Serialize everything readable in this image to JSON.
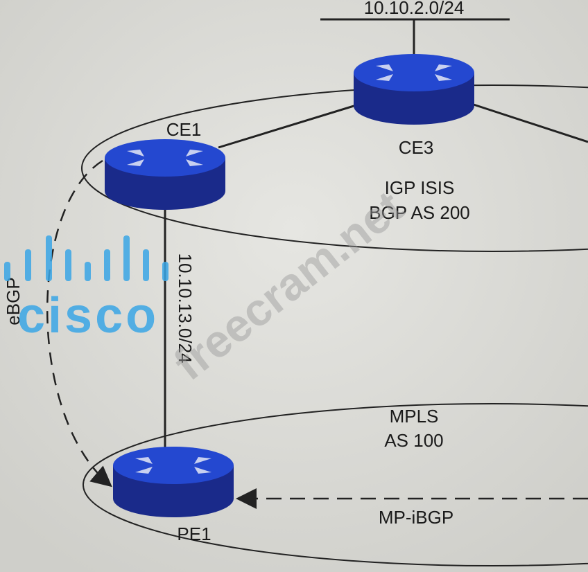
{
  "networks": {
    "top_subnet": "10.10.2.0/24",
    "ce1_pe1_subnet": "10.10.13.0/24"
  },
  "routers": {
    "ce1": "CE1",
    "ce3": "CE3",
    "pe1": "PE1"
  },
  "customer_domain": {
    "line1": "IGP ISIS",
    "line2": "BGP AS 200"
  },
  "provider_domain": {
    "line1": "MPLS",
    "line2": "AS 100"
  },
  "sessions": {
    "ebgp": "eBGP",
    "mp_ibgp": "MP-iBGP"
  },
  "watermarks": {
    "logo": "cisco",
    "site": "freecram.net"
  },
  "colors": {
    "router": "#1f3fc4",
    "router_dark": "#1a2a8a",
    "logo": "#3aa6e6"
  }
}
